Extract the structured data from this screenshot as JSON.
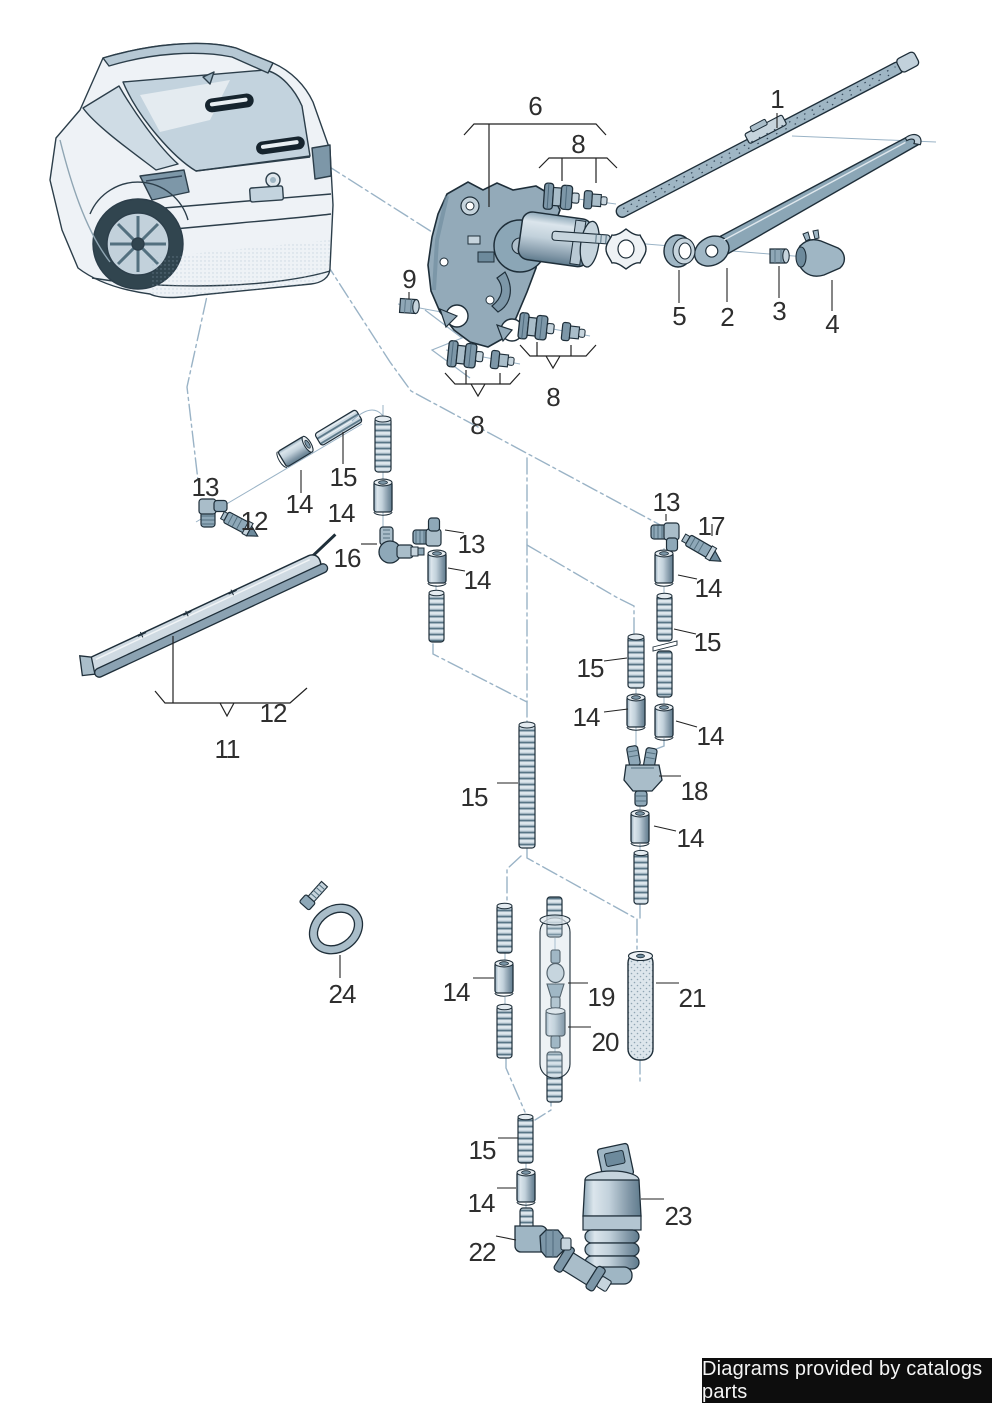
{
  "labels": {
    "n1": "1",
    "n2": "2",
    "n3": "3",
    "n4": "4",
    "n5": "5",
    "n6": "6",
    "n8": "8",
    "n9": "9",
    "n11": "11",
    "n12": "12",
    "n13": "13",
    "n14": "14",
    "n15": "15",
    "n16": "16",
    "n17": "17",
    "n18": "18",
    "n19": "19",
    "n20": "20",
    "n21": "21",
    "n22": "22",
    "n23": "23",
    "n24": "24"
  },
  "banner": {
    "text": "Diagrams provided by catalogs parts"
  },
  "colors": {
    "outline": "#1e2e39",
    "part_light": "#d3dfe7",
    "part_mid": "#9fb6c4",
    "part_dark": "#6d8a9c",
    "leader_line": "#9ab3c6",
    "label_text": "#2e2e2e",
    "banner_bg": "#0d0d0d",
    "banner_text": "#f5f5f5"
  }
}
